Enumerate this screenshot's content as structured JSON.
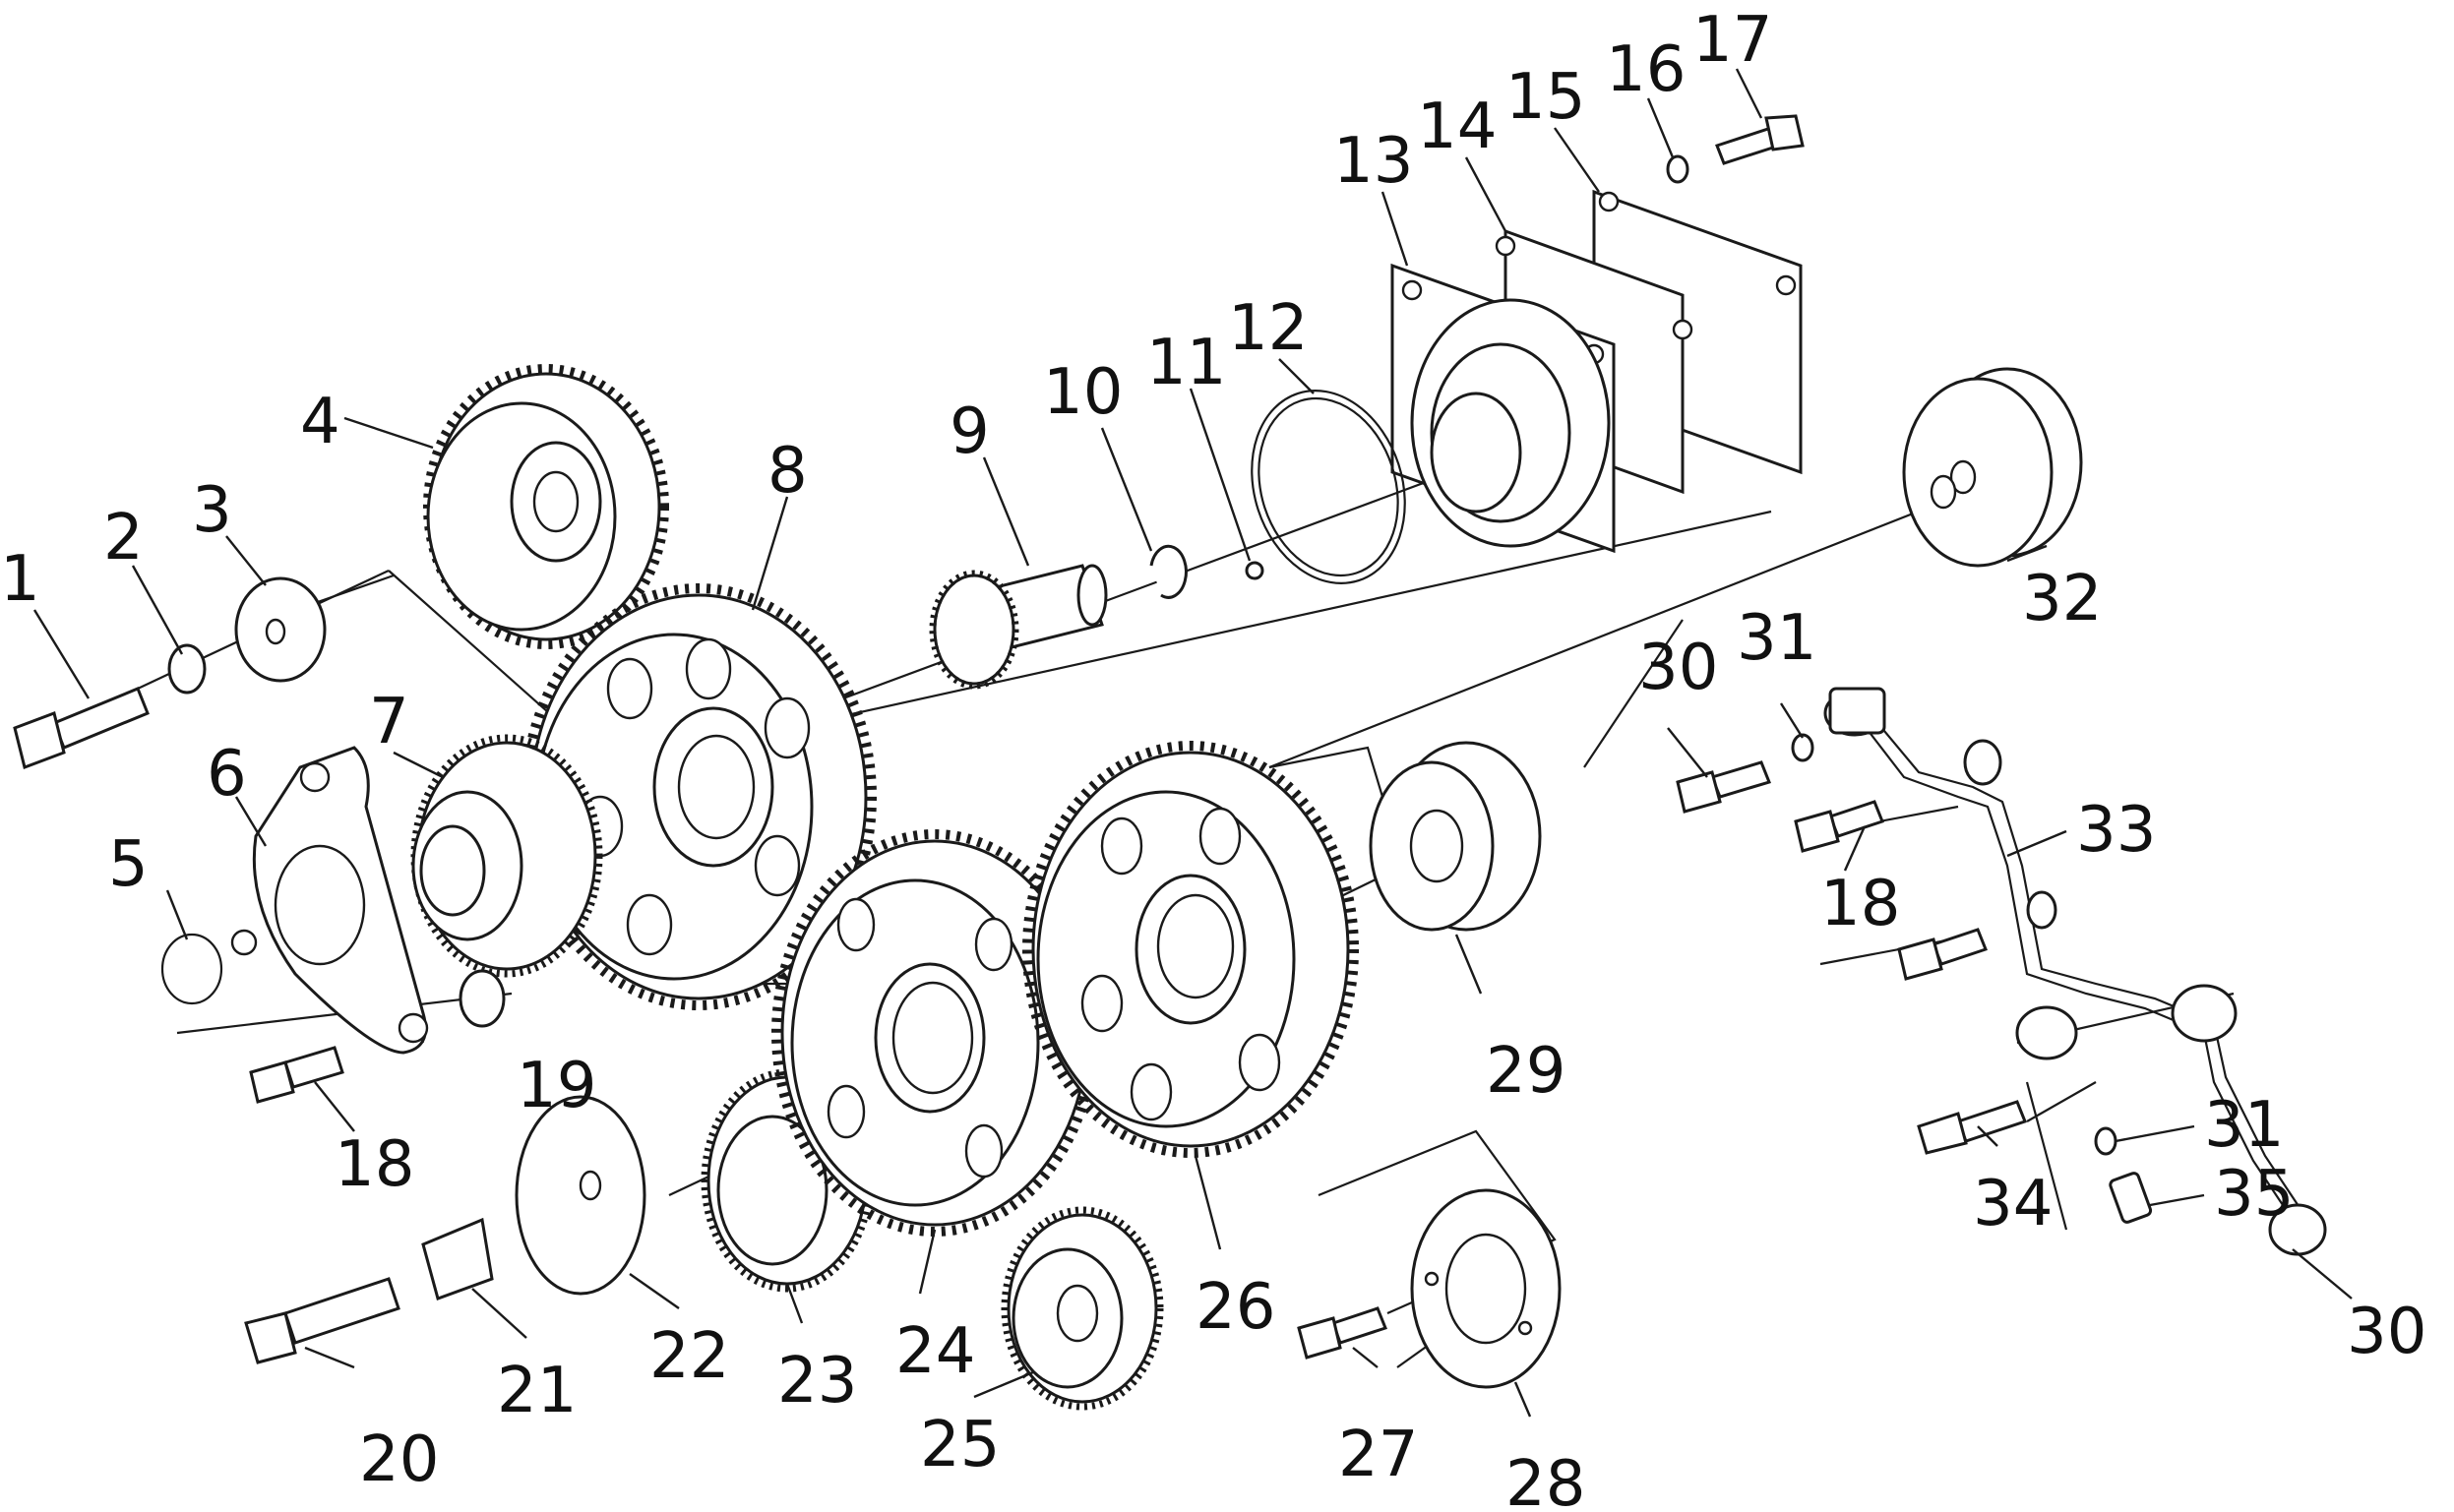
{
  "callouts": [
    {
      "id": "1",
      "text": "1"
    },
    {
      "id": "2",
      "text": "2"
    },
    {
      "id": "3",
      "text": "3"
    },
    {
      "id": "4",
      "text": "4"
    },
    {
      "id": "5",
      "text": "5"
    },
    {
      "id": "6",
      "text": "6"
    },
    {
      "id": "7",
      "text": "7"
    },
    {
      "id": "8",
      "text": "8"
    },
    {
      "id": "9",
      "text": "9"
    },
    {
      "id": "10",
      "text": "10"
    },
    {
      "id": "11",
      "text": "11"
    },
    {
      "id": "12",
      "text": "12"
    },
    {
      "id": "13",
      "text": "13"
    },
    {
      "id": "14",
      "text": "14"
    },
    {
      "id": "15",
      "text": "15"
    },
    {
      "id": "16",
      "text": "16"
    },
    {
      "id": "17",
      "text": "17"
    },
    {
      "id": "18a",
      "text": "18"
    },
    {
      "id": "18b",
      "text": "18"
    },
    {
      "id": "19",
      "text": "19"
    },
    {
      "id": "20",
      "text": "20"
    },
    {
      "id": "21",
      "text": "21"
    },
    {
      "id": "22",
      "text": "22"
    },
    {
      "id": "23",
      "text": "23"
    },
    {
      "id": "24",
      "text": "24"
    },
    {
      "id": "25",
      "text": "25"
    },
    {
      "id": "26",
      "text": "26"
    },
    {
      "id": "27",
      "text": "27"
    },
    {
      "id": "28",
      "text": "28"
    },
    {
      "id": "29",
      "text": "29"
    },
    {
      "id": "30a",
      "text": "30"
    },
    {
      "id": "30b",
      "text": "30"
    },
    {
      "id": "31a",
      "text": "31"
    },
    {
      "id": "31b",
      "text": "31"
    },
    {
      "id": "32",
      "text": "32"
    },
    {
      "id": "33",
      "text": "33"
    },
    {
      "id": "34",
      "text": "34"
    },
    {
      "id": "35",
      "text": "35"
    }
  ]
}
